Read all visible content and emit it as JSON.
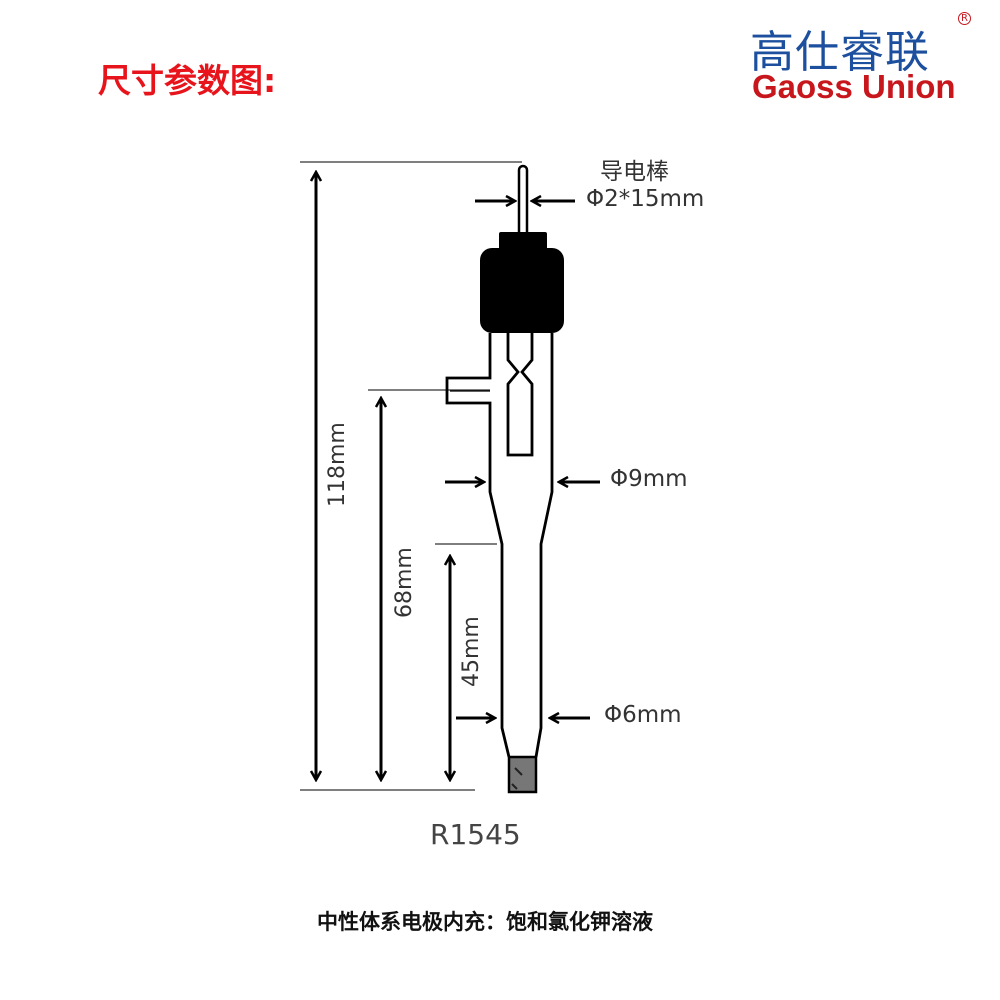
{
  "header": {
    "title": "尺寸参数图:"
  },
  "logo": {
    "cn": "高仕睿联",
    "en": "Gaoss Union",
    "mark": "R"
  },
  "labels": {
    "rod": "导电棒",
    "rod_dim": "Φ2*15mm",
    "body_dim": "Φ9mm",
    "tip_dim": "Φ6mm",
    "total_length": "118mm",
    "length_68": "68mm",
    "length_45": "45mm"
  },
  "model": "R1545",
  "note": "中性体系电极内充：饱和氯化钾溶液",
  "colors": {
    "title": "#e8141c",
    "logo_blue": "#1c4f9e",
    "logo_red": "#c8161d"
  }
}
